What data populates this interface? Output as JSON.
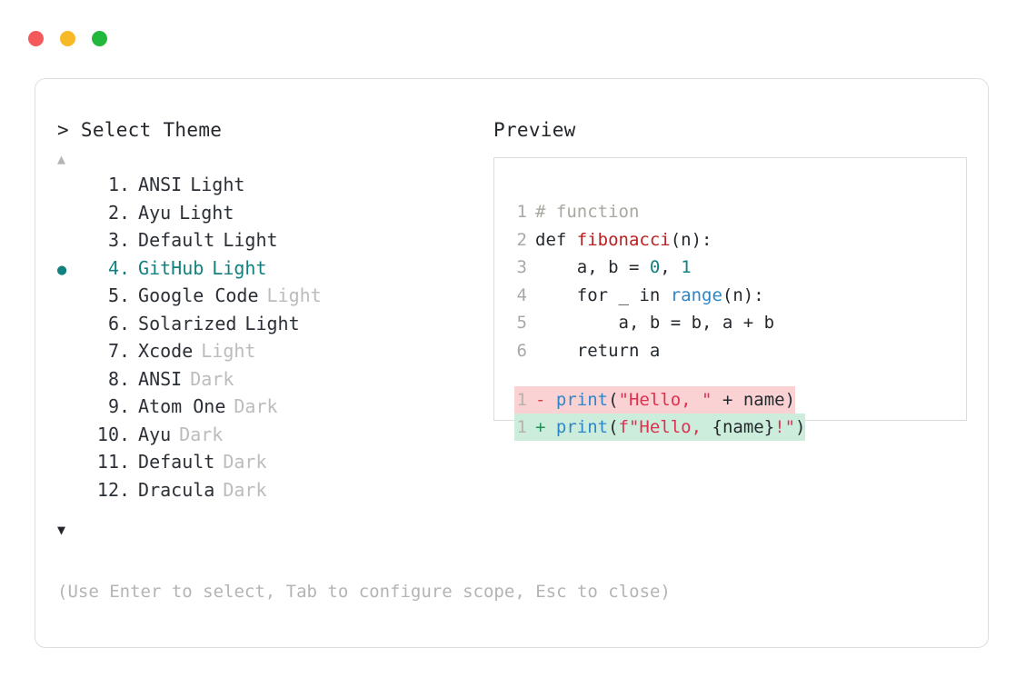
{
  "window": {
    "traffic_lights": [
      {
        "name": "close-button",
        "color": "#f4595b"
      },
      {
        "name": "minimize-button",
        "color": "#f7b928"
      },
      {
        "name": "maximize-button",
        "color": "#22b83b"
      }
    ]
  },
  "selector": {
    "prompt": "> Select Theme",
    "scroll_up": "▲",
    "scroll_down": "▼",
    "selected_index": 4,
    "bullet": "●",
    "dot_separator": ".",
    "items": [
      {
        "index": "1",
        "name": "ANSI",
        "variant": "Light",
        "variant_dim": false,
        "selected": false
      },
      {
        "index": "2",
        "name": "Ayu",
        "variant": "Light",
        "variant_dim": false,
        "selected": false
      },
      {
        "index": "3",
        "name": "Default",
        "variant": "Light",
        "variant_dim": false,
        "selected": false
      },
      {
        "index": "4",
        "name": "GitHub",
        "variant": "Light",
        "variant_dim": false,
        "selected": true
      },
      {
        "index": "5",
        "name": "Google Code",
        "variant": "Light",
        "variant_dim": true,
        "selected": false
      },
      {
        "index": "6",
        "name": "Solarized",
        "variant": "Light",
        "variant_dim": false,
        "selected": false
      },
      {
        "index": "7",
        "name": "Xcode",
        "variant": "Light",
        "variant_dim": true,
        "selected": false
      },
      {
        "index": "8",
        "name": "ANSI",
        "variant": "Dark",
        "variant_dim": true,
        "selected": false
      },
      {
        "index": "9",
        "name": "Atom One",
        "variant": "Dark",
        "variant_dim": true,
        "selected": false
      },
      {
        "index": "10",
        "name": "Ayu",
        "variant": "Dark",
        "variant_dim": true,
        "selected": false
      },
      {
        "index": "11",
        "name": "Default",
        "variant": "Dark",
        "variant_dim": true,
        "selected": false
      },
      {
        "index": "12",
        "name": "Dracula",
        "variant": "Dark",
        "variant_dim": true,
        "selected": false
      }
    ],
    "footer_hint": "(Use Enter to select, Tab to configure scope, Esc to close)"
  },
  "preview": {
    "label": "Preview",
    "code_lines": [
      {
        "ln": "1",
        "tokens": [
          {
            "t": "# function",
            "c": "comment"
          }
        ]
      },
      {
        "ln": "2",
        "tokens": [
          {
            "t": "def ",
            "c": "kw"
          },
          {
            "t": "fibonacci",
            "c": "fn"
          },
          {
            "t": "(n):",
            "c": "plain"
          }
        ]
      },
      {
        "ln": "3",
        "tokens": [
          {
            "t": "    a, b = ",
            "c": "plain"
          },
          {
            "t": "0",
            "c": "num"
          },
          {
            "t": ", ",
            "c": "plain"
          },
          {
            "t": "1",
            "c": "num"
          }
        ]
      },
      {
        "ln": "4",
        "tokens": [
          {
            "t": "    for _ in ",
            "c": "plain"
          },
          {
            "t": "range",
            "c": "builtin"
          },
          {
            "t": "(n):",
            "c": "plain"
          }
        ]
      },
      {
        "ln": "5",
        "tokens": [
          {
            "t": "        a, b = b, a + b",
            "c": "plain"
          }
        ]
      },
      {
        "ln": "6",
        "tokens": [
          {
            "t": "    return a",
            "c": "plain"
          }
        ]
      }
    ],
    "diff_lines": [
      {
        "ln": "1",
        "sign": "-",
        "kind": "del",
        "tokens": [
          {
            "t": "print",
            "c": "builtin"
          },
          {
            "t": "(",
            "c": "plain"
          },
          {
            "t": "\"Hello, \"",
            "c": "str"
          },
          {
            "t": " + name)",
            "c": "plain"
          }
        ]
      },
      {
        "ln": "1",
        "sign": "+",
        "kind": "add",
        "tokens": [
          {
            "t": "print",
            "c": "builtin"
          },
          {
            "t": "(",
            "c": "plain"
          },
          {
            "t": "f\"Hello, ",
            "c": "str"
          },
          {
            "t": "{name}",
            "c": "plain"
          },
          {
            "t": "!\"",
            "c": "str"
          },
          {
            "t": ")",
            "c": "plain"
          }
        ]
      }
    ]
  },
  "colors": {
    "accent_teal": "#138080",
    "diff_del_bg": "#fbd2d4",
    "diff_add_bg": "#cdeddc",
    "card_border": "#dedede"
  }
}
